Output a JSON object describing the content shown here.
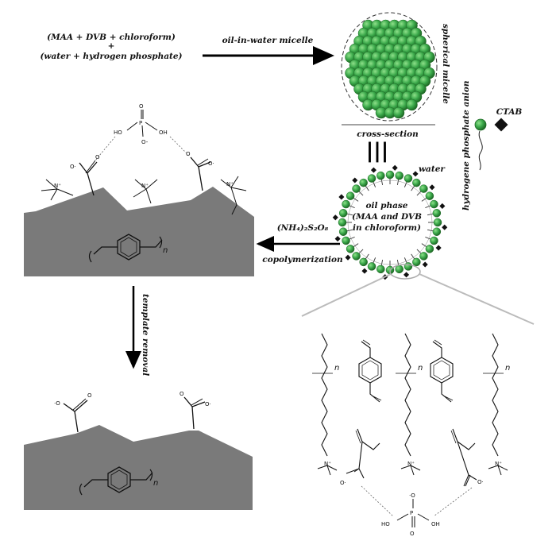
{
  "top": {
    "reagents_line1": "(MAA + DVB + chloroform)",
    "reagents_plus": "+",
    "reagents_line2": "(water + hydrogen phosphate)",
    "arrow_label": "oil-in-water micelle"
  },
  "micelle": {
    "side_label": "spherical micelle",
    "cross_section": "cross-section",
    "equivalent": "|||",
    "water": "water",
    "oil_line1": "oil phase",
    "oil_line2": "(MAA and DVB",
    "oil_line3": "in chloroform)"
  },
  "legend": {
    "anion_label": "hydrogene phosphate anion",
    "ctab_label": "CTAB"
  },
  "reaction": {
    "initiator": "(NH₄)₂S₂O₈",
    "arrow_label": "copolymerization",
    "removal_label": "template removal"
  },
  "chem": {
    "ho": "HO",
    "oh": "OH",
    "p": "P",
    "o": "O",
    "o_minus": "O-",
    "o_dot": "O·",
    "n_plus": "N⁺",
    "n_sub": "n",
    "o_anion": "·O"
  },
  "colors": {
    "sphere_fill": "#3aa84a",
    "sphere_dark": "#1f7a2e",
    "surface": "#757575",
    "ctab": "#111111"
  }
}
